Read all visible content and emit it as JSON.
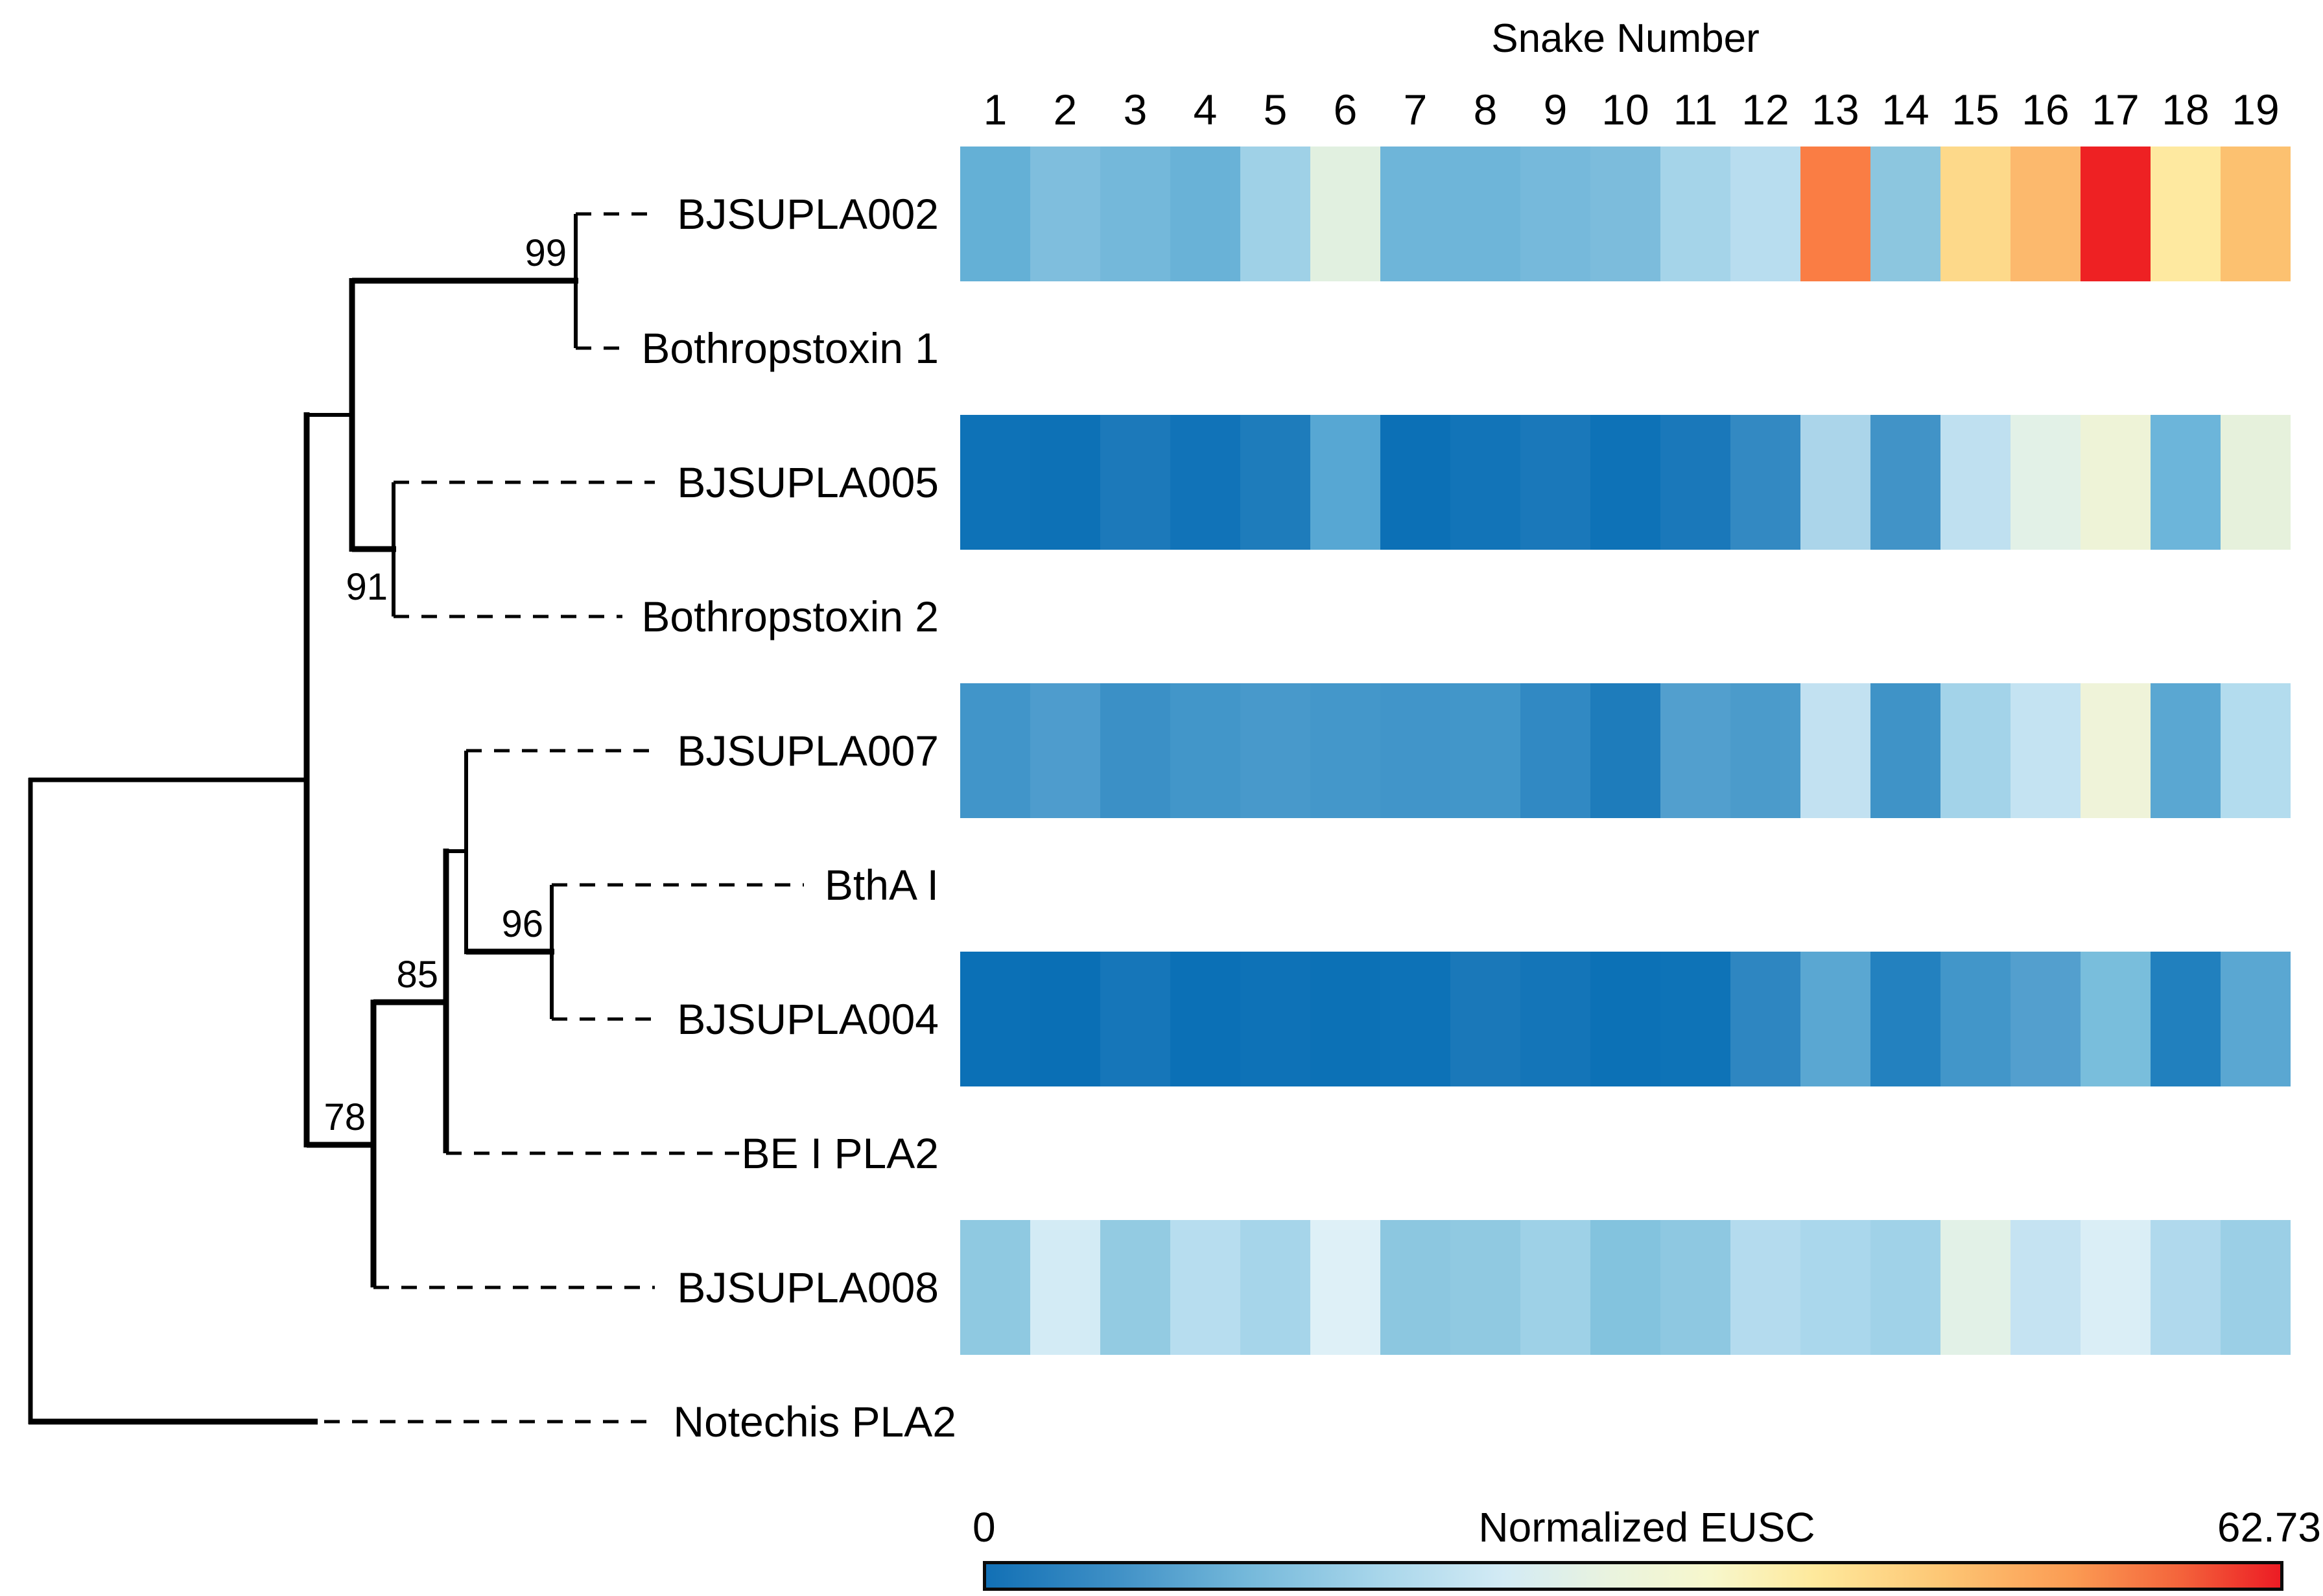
{
  "figure": {
    "title": "Snake Number",
    "legend": {
      "min": "0",
      "title": "Normalized EUSC",
      "max": "62.73"
    }
  },
  "tree": {
    "leaves": [
      "BJSUPLA002",
      "Bothropstoxin 1",
      "BJSUPLA005",
      "Bothropstoxin 2",
      "BJSUPLA007",
      "BthA I",
      "BJSUPLA004",
      "BE I PLA2",
      "BJSUPLA008",
      "Notechis PLA2"
    ],
    "bootstraps": [
      "99",
      "91",
      "96",
      "85",
      "78"
    ]
  },
  "chart_data": {
    "type": "heatmap",
    "title": "Snake Number",
    "columns": [
      "1",
      "2",
      "3",
      "4",
      "5",
      "6",
      "7",
      "8",
      "9",
      "10",
      "11",
      "12",
      "13",
      "14",
      "15",
      "16",
      "17",
      "18",
      "19"
    ],
    "colorbar": {
      "label": "Normalized EUSC",
      "min": 0,
      "max": 62.73,
      "gradient_stops": [
        {
          "color": "#1270b5",
          "pos": 0
        },
        {
          "color": "#3f90c6",
          "pos": 10
        },
        {
          "color": "#74b8da",
          "pos": 20
        },
        {
          "color": "#a6d5ea",
          "pos": 30
        },
        {
          "color": "#d3ebf5",
          "pos": 40
        },
        {
          "color": "#e9f3df",
          "pos": 48
        },
        {
          "color": "#f7f7cc",
          "pos": 56
        },
        {
          "color": "#fee99c",
          "pos": 64
        },
        {
          "color": "#fdc674",
          "pos": 74
        },
        {
          "color": "#fb9b53",
          "pos": 84
        },
        {
          "color": "#f4663c",
          "pos": 92
        },
        {
          "color": "#ec1c24",
          "pos": 100
        }
      ]
    },
    "rows": [
      {
        "name": "BJSUPLA002",
        "colors": [
          "#64b0d6",
          "#7fbedd",
          "#74b8da",
          "#69b2d7",
          "#9fd1e7",
          "#e1f0e0",
          "#6eb5d9",
          "#6eb5d9",
          "#76b9db",
          "#7cbcdc",
          "#a5d4e9",
          "#b8ddef",
          "#fa7d44",
          "#8cc6df",
          "#fdd98a",
          "#fcb96d",
          "#ee2123",
          "#fee9a0",
          "#fcc170"
        ]
      },
      {
        "name": "BJSUPLA005",
        "colors": [
          "#0e72b7",
          "#0d71b6",
          "#1c79ba",
          "#1173b8",
          "#1e7cbb",
          "#57a7d3",
          "#0c70b6",
          "#1274b8",
          "#1a78ba",
          "#0e72b7",
          "#1a78ba",
          "#3389c2",
          "#abd5ea",
          "#4193c7",
          "#bfe0f0",
          "#e2f1e7",
          "#eef3d7",
          "#6cb5da",
          "#e6f1dc"
        ]
      },
      {
        "name": "BJSUPLA007",
        "colors": [
          "#4195c9",
          "#4e9ccd",
          "#3b90c6",
          "#4296c9",
          "#4899cb",
          "#4497ca",
          "#4195c9",
          "#4296c9",
          "#3189c3",
          "#1e7cbb",
          "#529fce",
          "#4b9bcb",
          "#c2e1f1",
          "#3f93c7",
          "#a3d3e9",
          "#c4e3f2",
          "#eff3d9",
          "#5aa7d2",
          "#b3dcee"
        ]
      },
      {
        "name": "BJSUPLA004",
        "colors": [
          "#0b70b6",
          "#0a6fb5",
          "#1676b9",
          "#0b70b6",
          "#0e72b7",
          "#0c71b6",
          "#0d72b7",
          "#1a78b9",
          "#1475b8",
          "#0c71b6",
          "#0e73b7",
          "#2e86c1",
          "#5aa7d2",
          "#2381bf",
          "#4296c9",
          "#539fce",
          "#79bedc",
          "#2180be",
          "#5aa7d2"
        ]
      },
      {
        "name": "BJSUPLA008",
        "colors": [
          "#8fc9e1",
          "#d3ebf5",
          "#93cbe2",
          "#b7ddef",
          "#a6d5ea",
          "#def0f7",
          "#8cc7e0",
          "#90c9e1",
          "#9ed1e7",
          "#83c3de",
          "#8ec8e1",
          "#b4dbee",
          "#aad7ec",
          "#a0d2e8",
          "#e2f1e7",
          "#c5e3f2",
          "#daeef6",
          "#b0d9ed",
          "#9bcfe6"
        ]
      }
    ],
    "tree": {
      "newick": "((((BJSUPLA002,Bothropstoxin 1)99,(BJSUPLA005,Bothropstoxin 2)91),(((BJSUPLA007,(BthA I,BJSUPLA004)96),BE I PLA2)85,BJSUPLA008)78),Notechis PLA2);"
    }
  }
}
